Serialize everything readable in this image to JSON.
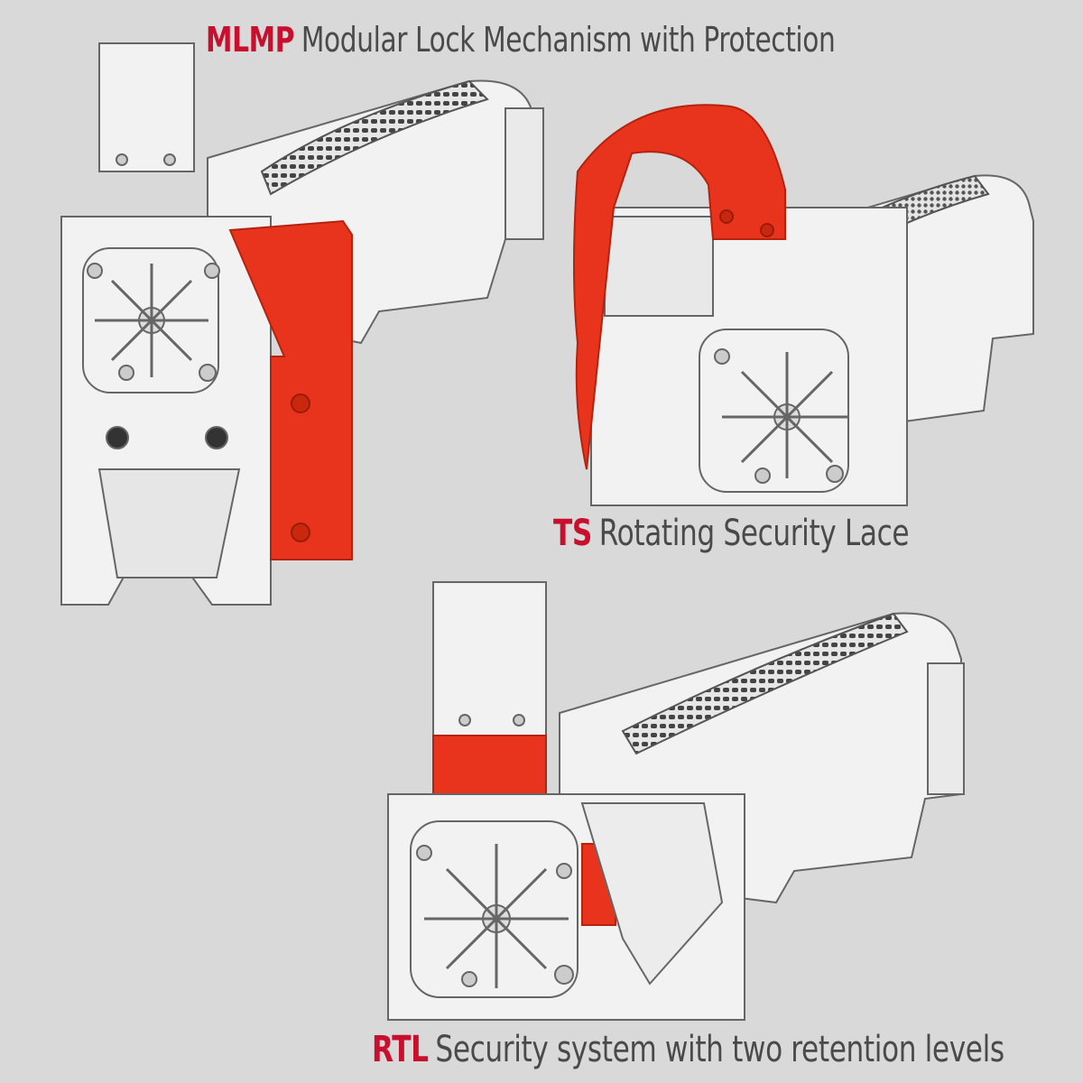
{
  "colors": {
    "accent": "#e8341c",
    "caption_code": "#c8102e",
    "caption_text": "#4a4a4a",
    "background": "#d9d9d9",
    "holster": "#f2f2f2",
    "outline": "#555555"
  },
  "captions": [
    {
      "code": "MLMP",
      "text": "Modular Lock Mechanism with Protection"
    },
    {
      "code": "TS",
      "text": "Rotating Security Lace"
    },
    {
      "code": "RTL",
      "text": "Security system with two retention levels"
    }
  ],
  "illustrations": [
    {
      "name": "mlmp-holster",
      "highlight": "lever"
    },
    {
      "name": "ts-holster",
      "highlight": "hood strap"
    },
    {
      "name": "rtl-holster",
      "highlight": "hood and lever"
    }
  ]
}
